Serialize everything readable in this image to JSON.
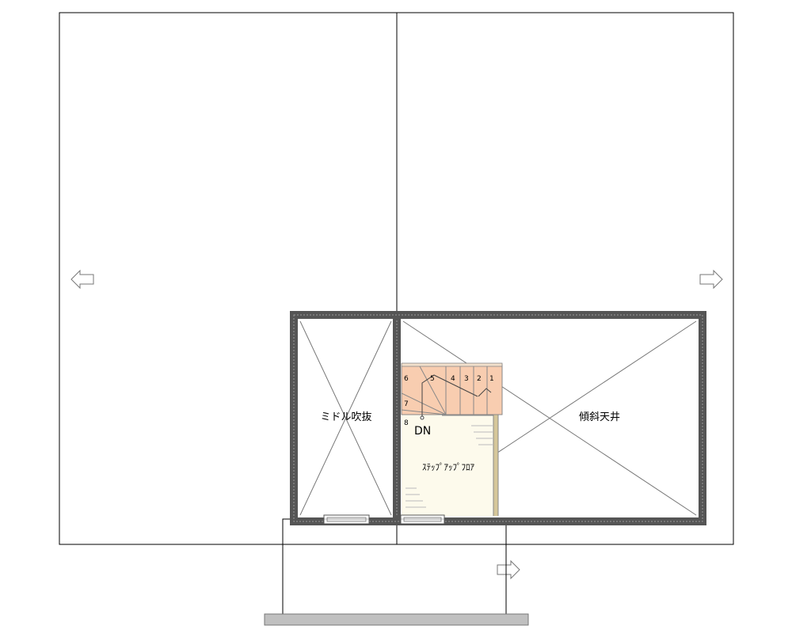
{
  "rooms": {
    "middle_void": "ミドル吹抜",
    "sloped_ceiling": "傾斜天井",
    "step_up_floor": "ｽﾃｯﾌﾟｱｯﾌﾟﾌﾛｱ"
  },
  "stair": {
    "direction_label": "DN",
    "steps": [
      "1",
      "2",
      "3",
      "4",
      "5",
      "6",
      "7",
      "8"
    ]
  },
  "colors": {
    "wall": "#555555",
    "stair_fill": "#f8cdb0",
    "floor_fill": "#fdfaec",
    "trim": "#d6c79a",
    "ground_bar": "#c0c0c0"
  }
}
